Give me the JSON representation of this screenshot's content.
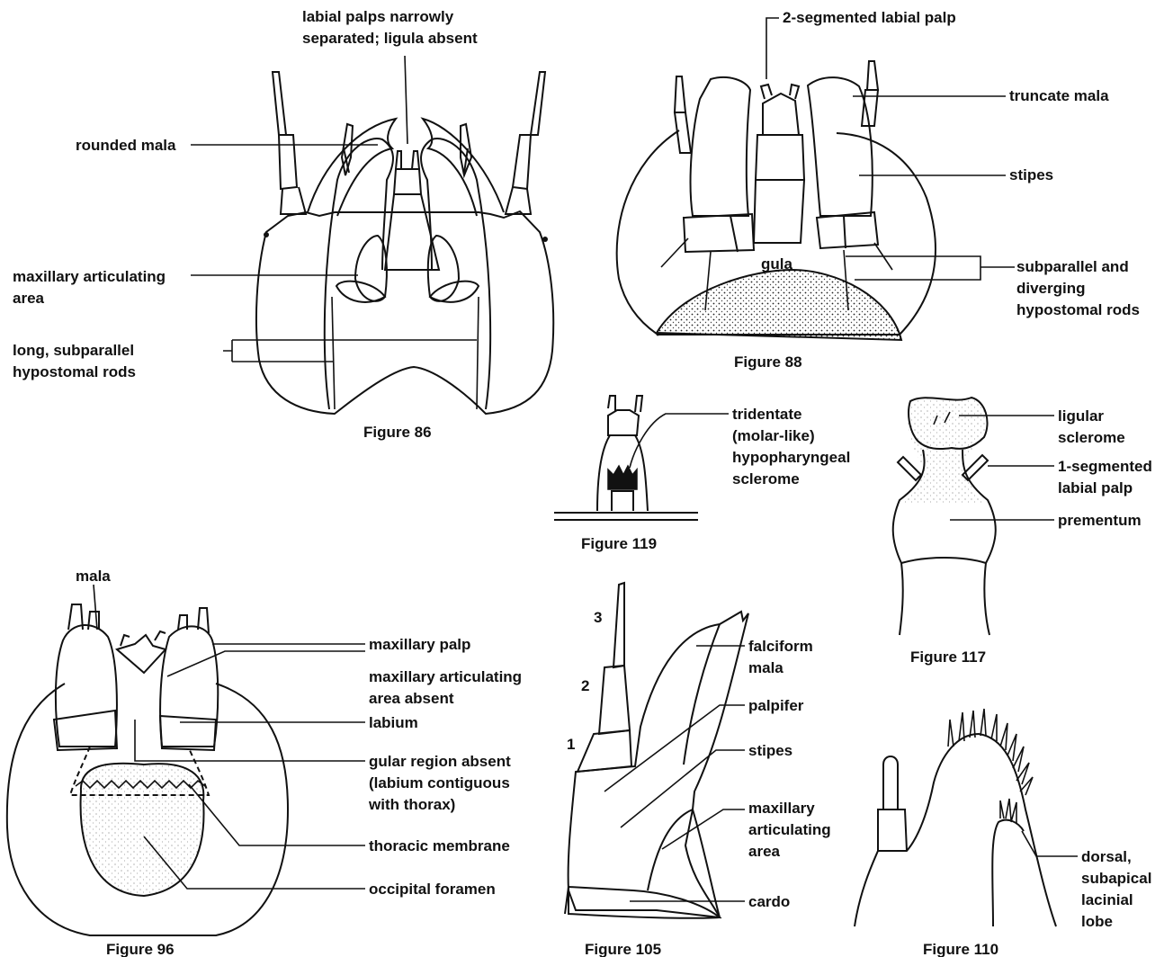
{
  "figures": {
    "fig86": {
      "caption": "Figure 86",
      "labels": {
        "labial_palps": [
          "labial palps narrowly",
          "separated; ligula absent"
        ],
        "rounded_mala": "rounded mala",
        "maxillary_articulating_area": [
          "maxillary articulating",
          "area"
        ],
        "hypostomal_rods": [
          "long, subparallel",
          "hypostomal rods"
        ]
      }
    },
    "fig88": {
      "caption": "Figure 88",
      "labels": {
        "labial_palp": "2-segmented labial palp",
        "truncate_mala": "truncate mala",
        "stipes": "stipes",
        "gula": "gula",
        "hypostomal_rods": [
          "subparallel and",
          "diverging",
          "hypostomal rods"
        ]
      }
    },
    "fig119": {
      "caption": "Figure 119",
      "labels": {
        "sclerome": [
          "tridentate",
          "(molar-like)",
          "hypopharyngeal",
          "sclerome"
        ]
      }
    },
    "fig117": {
      "caption": "Figure 117",
      "labels": {
        "ligular_sclerome": [
          "ligular",
          "sclerome"
        ],
        "labial_palp": [
          "1-segmented",
          "labial palp"
        ],
        "prementum": "prementum"
      }
    },
    "fig96": {
      "caption": "Figure 96",
      "labels": {
        "mala": "mala",
        "maxillary_palp": "maxillary palp",
        "articulating_area_absent": [
          "maxillary articulating",
          "area absent"
        ],
        "labium": "labium",
        "gular_region_absent": [
          "gular region absent",
          "(labium contiguous",
          "with thorax)"
        ],
        "thoracic_membrane": "thoracic membrane",
        "occipital_foramen": "occipital foramen"
      }
    },
    "fig105": {
      "caption": "Figure 105",
      "palp_segments": [
        "1",
        "2",
        "3"
      ],
      "labels": {
        "falciform_mala": [
          "falciform",
          "mala"
        ],
        "palpifer": "palpifer",
        "stipes": "stipes",
        "articulating_area": [
          "maxillary",
          "articulating",
          "area"
        ],
        "cardo": "cardo"
      }
    },
    "fig110": {
      "caption": "Figure 110",
      "labels": {
        "lacinial_lobe": [
          "dorsal,",
          "subapical",
          "lacinial",
          "lobe"
        ]
      }
    }
  }
}
